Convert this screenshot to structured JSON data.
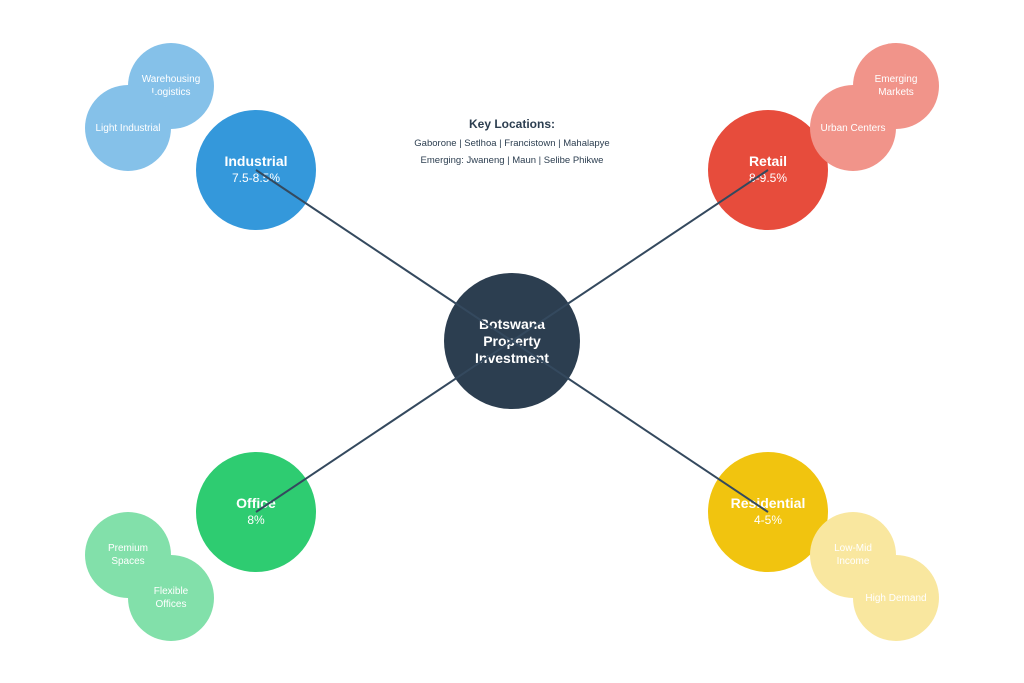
{
  "center": {
    "title": "Botswana Property Investment",
    "color": "#2c3e50"
  },
  "key_locations": {
    "title": "Key Locations:",
    "main": "Gaborone | Setlhoa | Francistown | Mahalapye",
    "emerging": "Emerging: Jwaneng | Maun | Selibe Phikwe"
  },
  "categories": [
    {
      "id": "industrial",
      "title": "Industrial",
      "value": "7.5-8.5%",
      "color": "#3498db",
      "sub_color": "#85c1e9",
      "subs": [
        "Warehousing Logistics",
        "Light Industrial"
      ]
    },
    {
      "id": "retail",
      "title": "Retail",
      "value": "8-9.5%",
      "color": "#e74c3c",
      "sub_color": "#f1948a",
      "subs": [
        "Emerging Markets",
        "Urban Centers"
      ]
    },
    {
      "id": "office",
      "title": "Office",
      "value": "8%",
      "color": "#2ecc71",
      "sub_color": "#82e0aa",
      "subs": [
        "Premium Spaces",
        "Flexible Offices"
      ]
    },
    {
      "id": "residential",
      "title": "Residential",
      "value": "4-5%",
      "color": "#f1c40f",
      "sub_color": "#f9e79f",
      "subs": [
        "Low-Mid Income",
        "High Demand"
      ]
    }
  ],
  "line_color": "#34495e"
}
